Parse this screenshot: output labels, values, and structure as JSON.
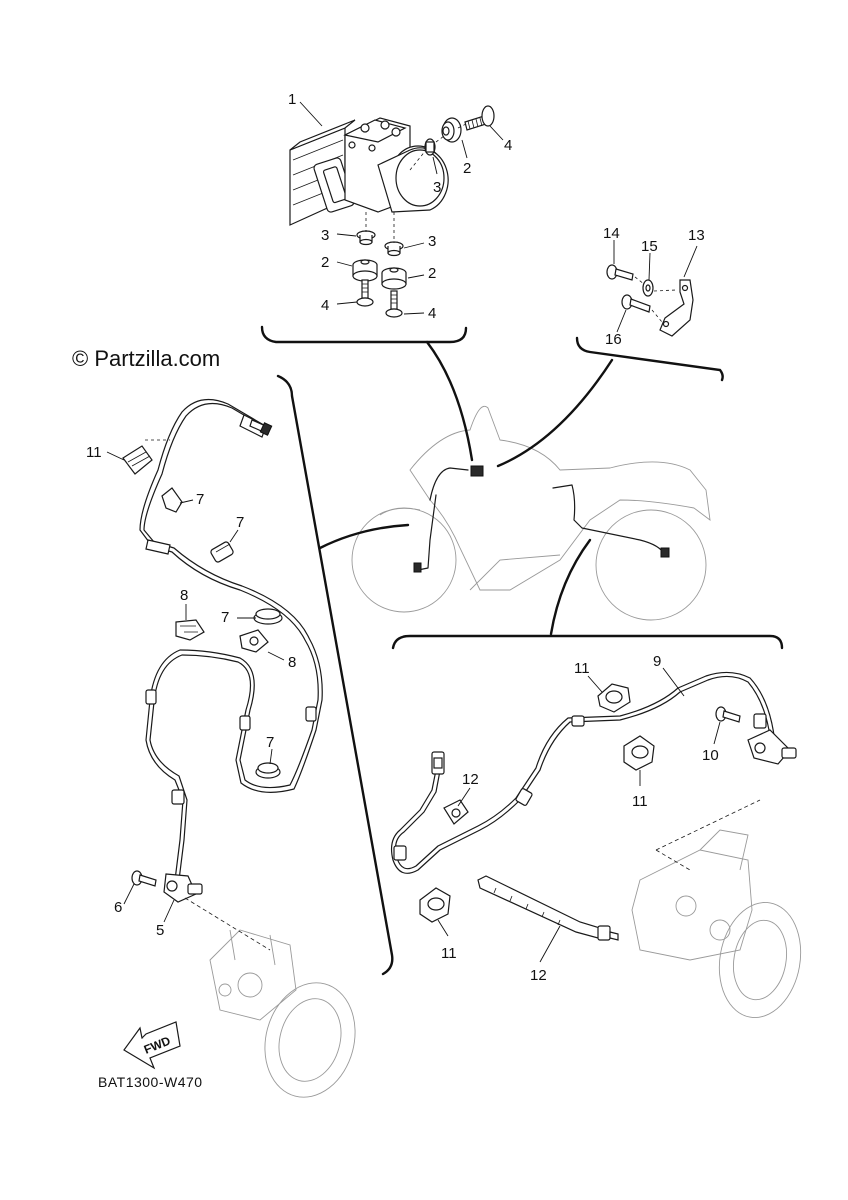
{
  "watermark": "© Partzilla.com",
  "diagram_code": "BAT1300-W470",
  "fwd_label": "FWD",
  "callouts": {
    "abs_unit": "1",
    "grommet_a": "2",
    "grommet_b": "2",
    "grommet_c": "2",
    "collar_a": "3",
    "collar_b": "3",
    "collar_c": "3",
    "bolt_a": "4",
    "bolt_b": "4",
    "bolt_c": "4",
    "bracket": "13",
    "bracket_bolt_a": "14",
    "bracket_washer": "15",
    "bracket_bolt_b": "16",
    "front_clamp_top": "11",
    "front_clip_a": "7",
    "front_clip_b": "7",
    "front_clip_c": "7",
    "front_clip_d": "7",
    "front_holder_a": "8",
    "front_holder_b": "8",
    "front_sensor": "5",
    "front_sensor_bolt": "6",
    "rear_clamp_a": "11",
    "rear_clamp_b": "11",
    "rear_clamp_c": "11",
    "rear_lead": "9",
    "rear_sensor_bolt": "10",
    "rear_tie_a": "12",
    "rear_tie_b": "12"
  }
}
